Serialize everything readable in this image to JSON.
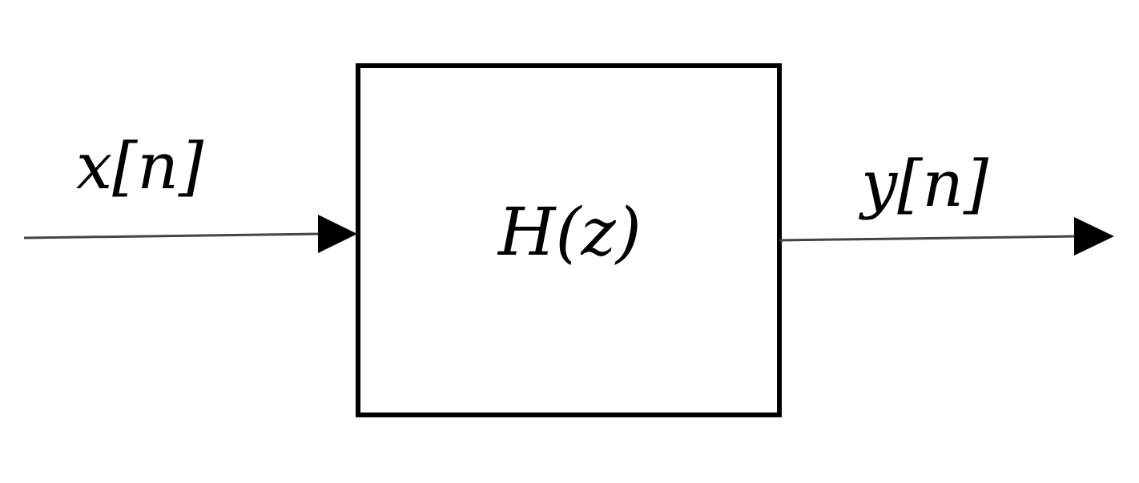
{
  "diagram": {
    "input_signal": "x[n]",
    "output_signal": "y[n]",
    "transfer_function": "H(z)",
    "stroke_color": "#000000",
    "line_color": "#444444",
    "background_color": "#ffffff"
  }
}
